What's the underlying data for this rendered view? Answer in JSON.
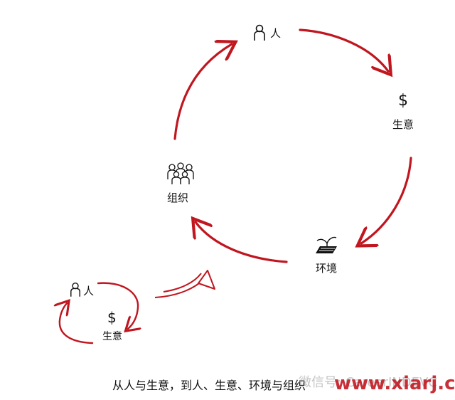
{
  "diagram": {
    "nodes": {
      "person": {
        "label": "人",
        "icon": "person-icon"
      },
      "business": {
        "symbol": "$",
        "label": "生意",
        "icon": "dollar-icon"
      },
      "environment": {
        "label": "环境",
        "icon": "ground-plant-icon"
      },
      "organization": {
        "label": "组织",
        "icon": "group-people-icon"
      }
    },
    "small_cycle": {
      "person_label": "人",
      "business_symbol": "$",
      "business_label": "生意"
    },
    "arrow_color": "#c0161f"
  },
  "caption": "从人与生意，到人、生意、环境与组织",
  "watermark": {
    "wechat_text": "微信号: CareerINDEVC",
    "site": "www.xiarj.com"
  }
}
